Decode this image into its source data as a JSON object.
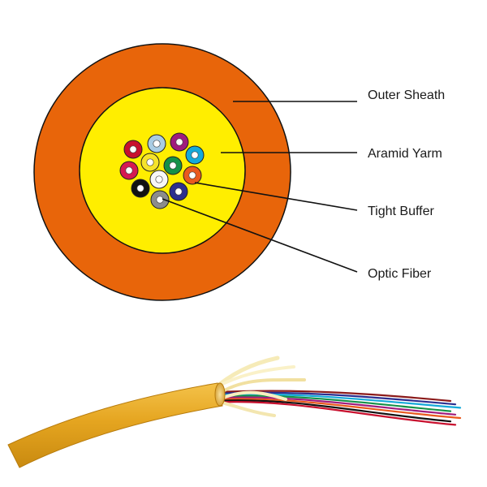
{
  "diagram": {
    "colors": {
      "outer_sheath": "#E8650A",
      "aramid_yarn": "#FFEE00",
      "outline": "#111111",
      "fiber_core": "#ffffff",
      "callout_line": "#111111",
      "cable_jacket": "#E5A520",
      "yarn_strand": "#F6EBB8"
    },
    "labels": {
      "outer_sheath": "Outer Sheath",
      "aramid_yarn": "Aramid Yarm",
      "tight_buffer": "Tight Buffer",
      "optic_fiber": "Optic Fiber"
    },
    "fibers": [
      {
        "name": "red-fiber",
        "color": "#C8102E"
      },
      {
        "name": "light-blue-fiber",
        "color": "#A9CCE3"
      },
      {
        "name": "violet-fiber",
        "color": "#A01C7D"
      },
      {
        "name": "aqua-fiber",
        "color": "#14A9D9"
      },
      {
        "name": "rose-fiber",
        "color": "#D51A52"
      },
      {
        "name": "yellow-fiber",
        "color": "#F5E32B"
      },
      {
        "name": "green-fiber",
        "color": "#159148"
      },
      {
        "name": "orange-fiber",
        "color": "#E9591E"
      },
      {
        "name": "black-fiber",
        "color": "#111111"
      },
      {
        "name": "white-fiber",
        "color": "#F7F7F7"
      },
      {
        "name": "blue-fiber",
        "color": "#2C2F8F"
      },
      {
        "name": "slate-fiber",
        "color": "#8C8C8C"
      }
    ],
    "strand_colors": [
      "#8B1A1A",
      "#2C2F8F",
      "#14A9D9",
      "#159148",
      "#A01C7D",
      "#E9591E",
      "#111111",
      "#C8102E"
    ]
  }
}
